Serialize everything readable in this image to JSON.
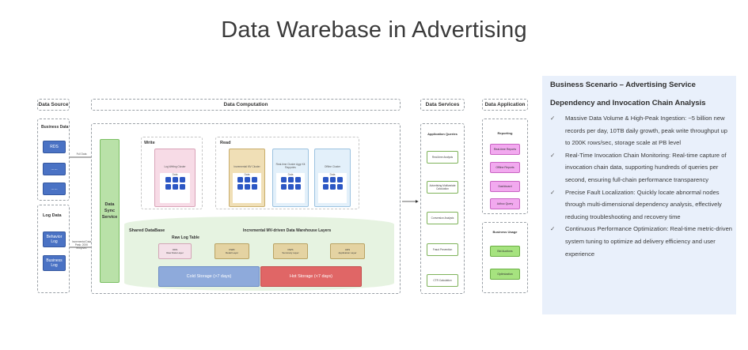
{
  "title": "Data Warebase in Advertising",
  "columns": {
    "data_source": "Data Source",
    "data_computation": "Data Computation",
    "data_services": "Data Services",
    "data_application": "Data Application"
  },
  "business_data": {
    "label": "Business Data",
    "items": [
      "RDS",
      "......",
      "......"
    ]
  },
  "log_data": {
    "label": "Log Data",
    "items": [
      "Behavior Log",
      "Business Log"
    ]
  },
  "arrows": {
    "full_data": "Full Data",
    "incremental": "Incremental Data Peak: 200K entry/sec"
  },
  "sync_service": "Data Sync Service",
  "write": {
    "label": "Write",
    "cluster": "Log Writing Cluster",
    "inner": "Data"
  },
  "read": {
    "label": "Read",
    "clusters": [
      "Incremental MV Cluster",
      "Real-time Cluster Aggr Kit Rappotes",
      "Offline Cluster"
    ],
    "inner": "Data"
  },
  "shared": {
    "label": "Shared DataBase",
    "layers_label": "Incremental MV-driven Data Warehouse Layers",
    "raw_table": "Raw Log Table",
    "layers": [
      {
        "code": "ODS",
        "name": "Raw Data Layer"
      },
      {
        "code": "DWD",
        "name": "Detail Layer"
      },
      {
        "code": "DWS",
        "name": "Summary Layer"
      },
      {
        "code": "ADS",
        "name": "Application Layer"
      }
    ],
    "cold": "Cold Storage (>7 days)",
    "hot": "Hot Storage (<7 days)"
  },
  "services": {
    "label": "Application Queries",
    "items": [
      "Real-time Analysis",
      "Advertising Multivariate Calculation",
      "Conversion Analysis",
      "Fraud Prevention",
      "CTR Calculation"
    ]
  },
  "application": {
    "reporting_label": "Reporting",
    "reporting": [
      "Real-time Reports",
      "Offline Reports",
      "Dashboard",
      "Adhoc Query"
    ],
    "business_label": "Business Usage",
    "business": [
      "Bid Auctions",
      "Optimization"
    ]
  },
  "panel": {
    "heading1": "Business Scenario – Advertising Service",
    "heading2": "Dependency and Invocation Chain Analysis",
    "bullets": [
      {
        "title": "Massive Data Volume & High-Peak Ingestion",
        "text": "~5 billion new records per day, 10TB daily growth, peak write throughput up to 200K rows/sec, storage scale at PB level"
      },
      {
        "title": "Real-Time Invocation Chain Monitoring",
        "text": "Real-time capture of invocation chain data, supporting hundreds of queries per second, ensuring full-chain performance transparency"
      },
      {
        "title": "Precise Fault Localization",
        "text": "Quickly locate abnormal nodes through multi-dimensional dependency analysis, effectively reducing troubleshooting and recovery time"
      },
      {
        "title": "Continuous Performance Optimization",
        "text": "Real-time metric-driven system tuning to optimize ad delivery efficiency and user experience"
      }
    ],
    "colors": {
      "panel_bg": "#e9f0fb",
      "checkmark": "#555555"
    }
  }
}
